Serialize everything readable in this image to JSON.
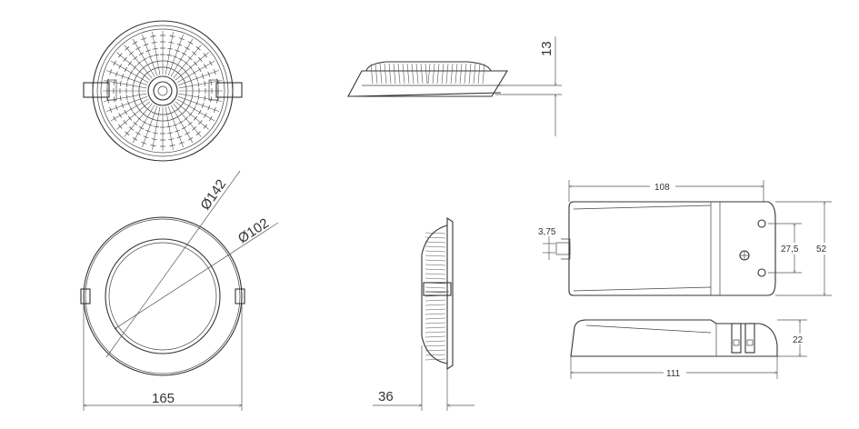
{
  "dimensions": {
    "outer_diameter": "165",
    "cutout_diameter": "Ø142",
    "lens_diameter": "Ø102",
    "flange_height": "13",
    "total_depth": "36",
    "driver_length": "108",
    "driver_total_length": "111",
    "driver_width": "52",
    "driver_height": "22",
    "hole_spacing": "27,5",
    "tab_width": "3,75"
  }
}
